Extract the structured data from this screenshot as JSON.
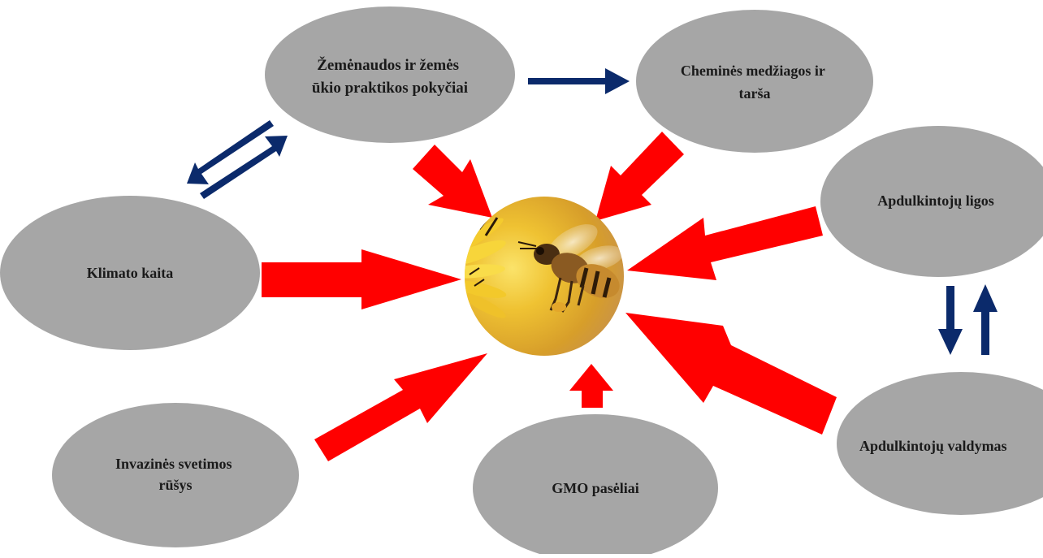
{
  "colors": {
    "node_fill": "#A6A6A6",
    "red_arrow": "#FF0000",
    "blue_arrow": "#0B2A6B",
    "center_gold": "#E8B420"
  },
  "center": {
    "icon": "bee-on-flower-image"
  },
  "nodes": {
    "land_use": {
      "line1": "Žemėnaudos ir žemės",
      "line2": "ūkio praktikos pokyčiai"
    },
    "chemicals": {
      "line1": "Cheminės medžiagos ir",
      "line2": "tarša"
    },
    "diseases": {
      "line1": "Apdulkintojų ligos"
    },
    "climate": {
      "line1": "Klimato kaita"
    },
    "invasive": {
      "line1": "Invazinės svetimos",
      "line2": "rūšys"
    },
    "gmo": {
      "line1": "GMO pasėliai"
    },
    "management": {
      "line1": "Apdulkintojų valdymas"
    }
  }
}
